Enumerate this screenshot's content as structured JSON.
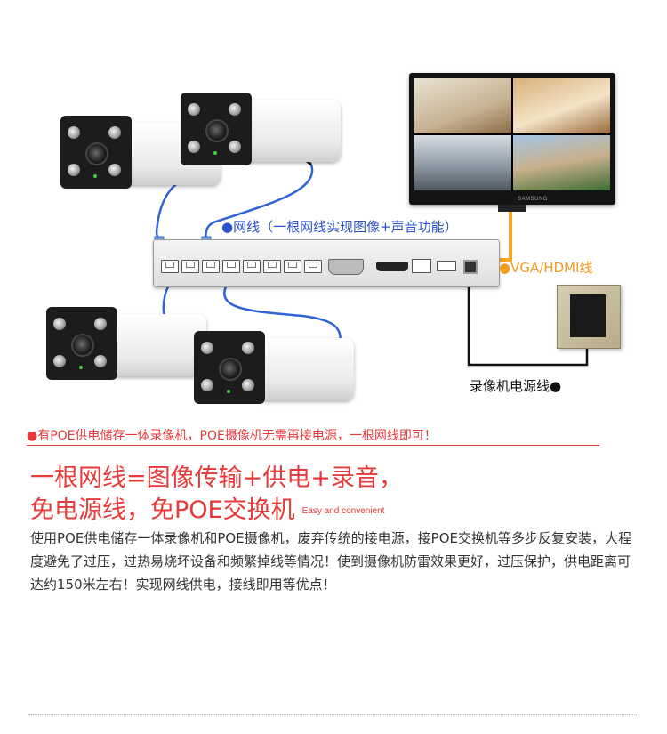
{
  "diagram": {
    "network_label": "网线（一根网线实现图像+声音功能）",
    "vga_label": "VGA/HDMI线",
    "power_label": "录像机电源线",
    "bullet": "●",
    "monitor_brand": "SAMSUNG",
    "colors": {
      "network_cable": "#2c53c9",
      "vga_cable": "#f5a623",
      "power_cable": "#111111",
      "accent_red": "#e5393a"
    },
    "cameras": [
      "camera-top-left",
      "camera-top-right",
      "camera-bottom-left",
      "camera-bottom-right"
    ],
    "nvr_lan_ports": 8
  },
  "banner": {
    "text": "●有POE供电储存一体录像机，POE摄像机无需再接电源，一根网线即可！"
  },
  "headline": {
    "line1": "一根网线=图像传输+供电+录音，",
    "line2": "免电源线，免POE交换机",
    "tagline": "Easy and convenient"
  },
  "description": "使用POE供电储存一体录像机和POE摄像机，废弃传统的接电源，接POE交换机等多步反复安装，大程度避免了过压，过热易烧坏设备和频繁掉线等情况！使到摄像机防雷效果更好，过压保护，供电距离可达约150米左右！实现网线供电，接线即用等优点！"
}
